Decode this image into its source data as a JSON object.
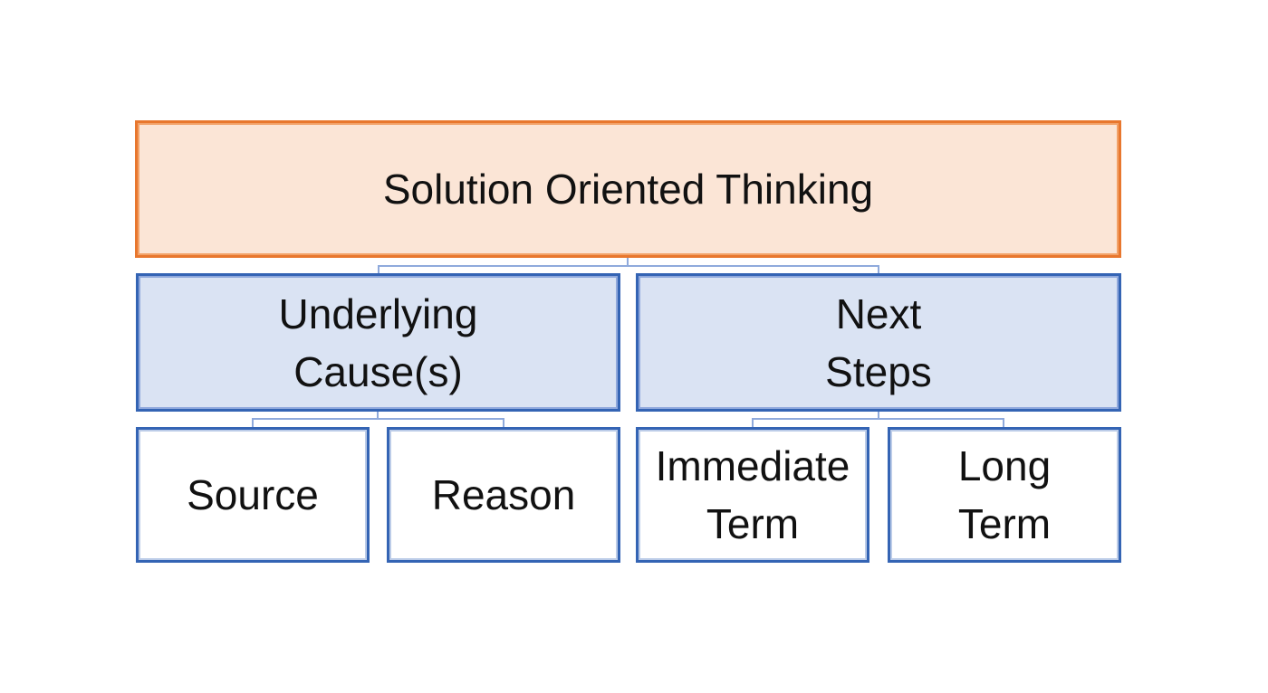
{
  "figure": {
    "type": "hierarchy-diagram",
    "title": "Solution Oriented Thinking"
  },
  "nodes": {
    "root": {
      "label": "Solution Oriented Thinking"
    },
    "underlying_causes": {
      "line1": "Underlying",
      "line2": "Cause(s)"
    },
    "next_steps": {
      "line1": "Next",
      "line2": "Steps"
    },
    "source": {
      "label": "Source"
    },
    "reason": {
      "label": "Reason"
    },
    "immediate_term": {
      "line1": "Immediate",
      "line2": "Term"
    },
    "long_term": {
      "line1": "Long",
      "line2": "Term"
    }
  },
  "edges": [
    {
      "from": "root",
      "to": "underlying_causes"
    },
    {
      "from": "root",
      "to": "next_steps"
    },
    {
      "from": "underlying_causes",
      "to": "source"
    },
    {
      "from": "underlying_causes",
      "to": "reason"
    },
    {
      "from": "next_steps",
      "to": "immediate_term"
    },
    {
      "from": "next_steps",
      "to": "long_term"
    }
  ],
  "colors": {
    "background": "#FFFFFF",
    "text": "#111111",
    "root_border": "#E8772E",
    "root_border_inner": "#F2A269",
    "root_fill": "#FBE5D6",
    "branch_border": "#3464B4",
    "branch_border_inner": "#8FA8DC",
    "branch_fill": "#DAE3F3",
    "leaf_fill": "#FFFFFF",
    "leaf_border_inner": "#BCCCE8",
    "connector": "#8FAADC"
  }
}
